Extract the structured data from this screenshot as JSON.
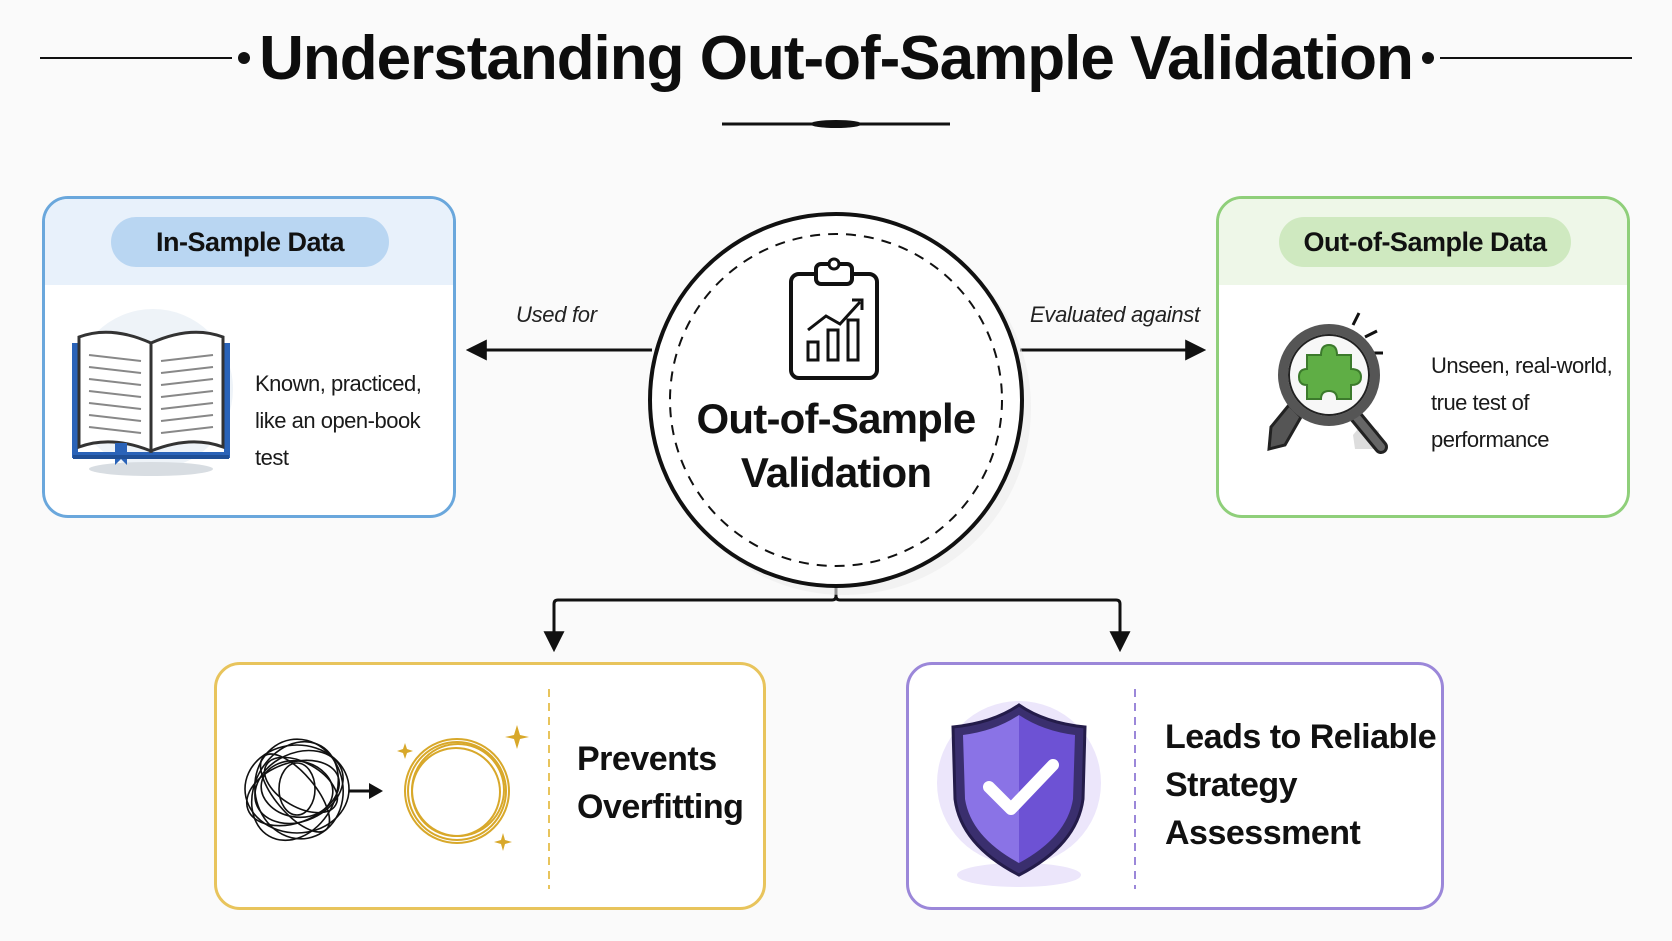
{
  "title": "Understanding Out-of-Sample Validation",
  "center": {
    "line1": "Out-of-Sample",
    "line2": "Validation",
    "icon": "clipboard-chart-icon"
  },
  "connectors": {
    "left_label": "Used for",
    "right_label": "Evaluated against"
  },
  "in_sample": {
    "title": "In-Sample Data",
    "desc_line1": "Known, practiced,",
    "desc_line2": "like an open-book test",
    "icon": "open-book-icon",
    "color": "#6aa7dc"
  },
  "out_sample": {
    "title": "Out-of-Sample Data",
    "desc_line1": "Unseen, real-world,",
    "desc_line2": "true test of",
    "desc_line3": "performance",
    "icon": "magnifier-puzzle-icon",
    "color": "#8fcf7a"
  },
  "overfitting": {
    "line1": "Prevents",
    "line2": "Overfitting",
    "icon": "tangle-to-circle-icon",
    "color": "#e8c45c"
  },
  "reliable": {
    "line1": "Leads to Reliable",
    "line2": "Strategy",
    "line3": "Assessment",
    "icon": "shield-check-icon",
    "color": "#9b87d9"
  }
}
